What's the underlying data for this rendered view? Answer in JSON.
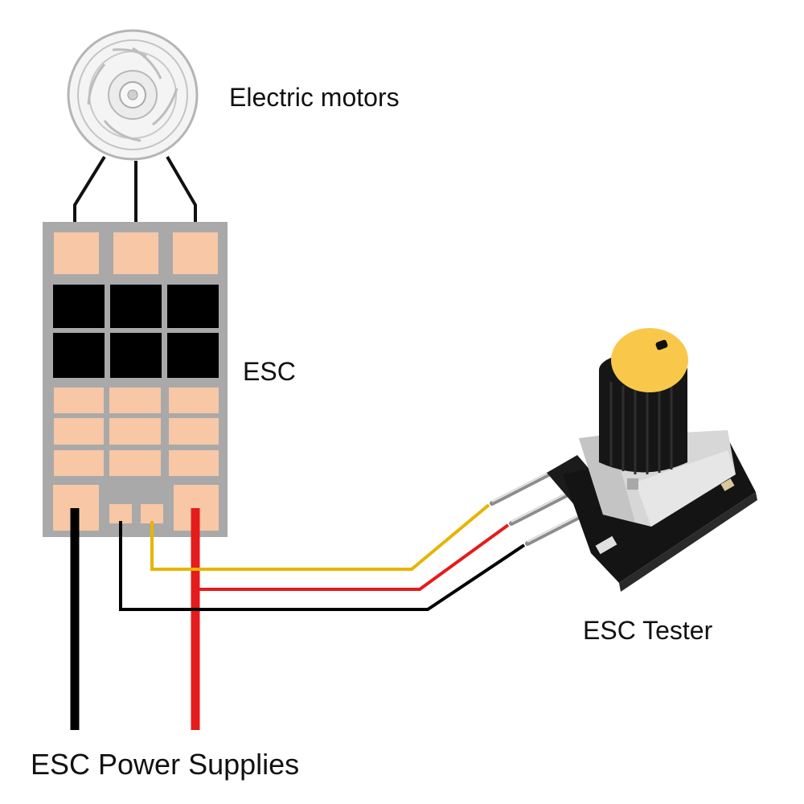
{
  "labels": {
    "motors": "Electric motors",
    "esc": "ESC",
    "tester": "ESC Tester",
    "power": "ESC Power Supplies"
  },
  "colors": {
    "pad": "#f7c7a6",
    "board": "#a9a9a9",
    "mosfet": "#000000",
    "wire_signal": "#e7b400",
    "wire_power": "#e61b1b",
    "wire_ground": "#000000",
    "knob_cap": "#f9c84a"
  }
}
